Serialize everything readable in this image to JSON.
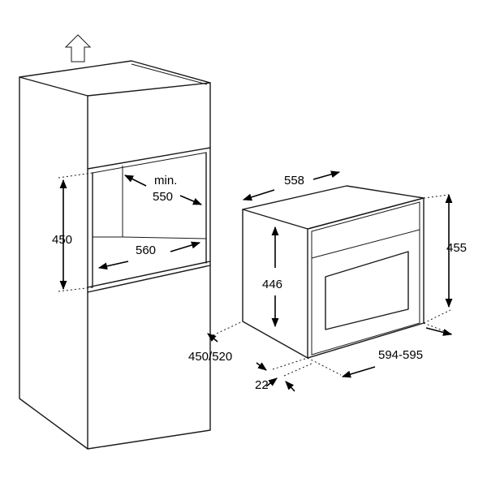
{
  "labels": {
    "niche_height": "450",
    "niche_depth_line1": "min.",
    "niche_depth_line2": "550",
    "niche_width": "560",
    "oven_depth": "558",
    "oven_height": "455",
    "front_height": "446",
    "depth_range": "450/520",
    "panel_offset": "22",
    "width_range": "594-595"
  },
  "icons": {
    "ventilation": "up-arrow-icon"
  }
}
